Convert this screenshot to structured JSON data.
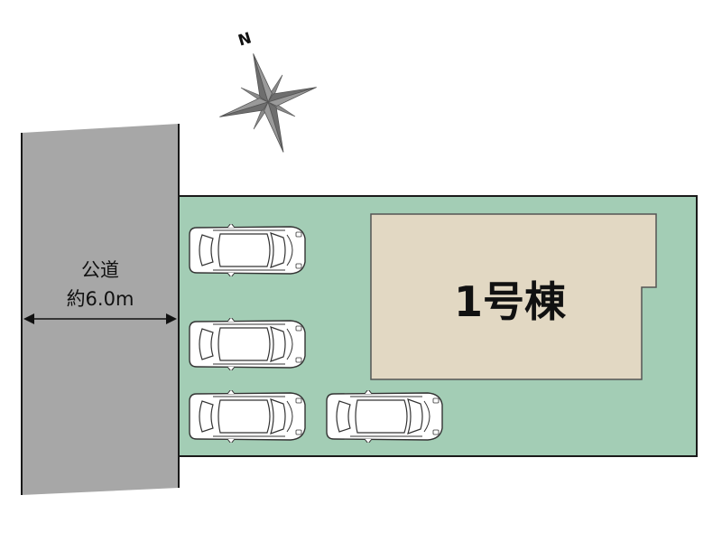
{
  "road": {
    "name": "公道",
    "width_label": "約6.0m"
  },
  "building": {
    "label": "1号棟"
  },
  "compass": {
    "north_label": "N"
  },
  "parking": {
    "count": 4
  },
  "colors": {
    "lot_fill": "#a3cdb5",
    "lot_stroke": "#1a1a1a",
    "road_fill": "#a7a7a7",
    "building_fill": "#e2d8c3",
    "building_stroke": "#555555",
    "compass_fill": "#8a8a8a",
    "car_fill": "#ffffff",
    "car_stroke": "#333333"
  }
}
